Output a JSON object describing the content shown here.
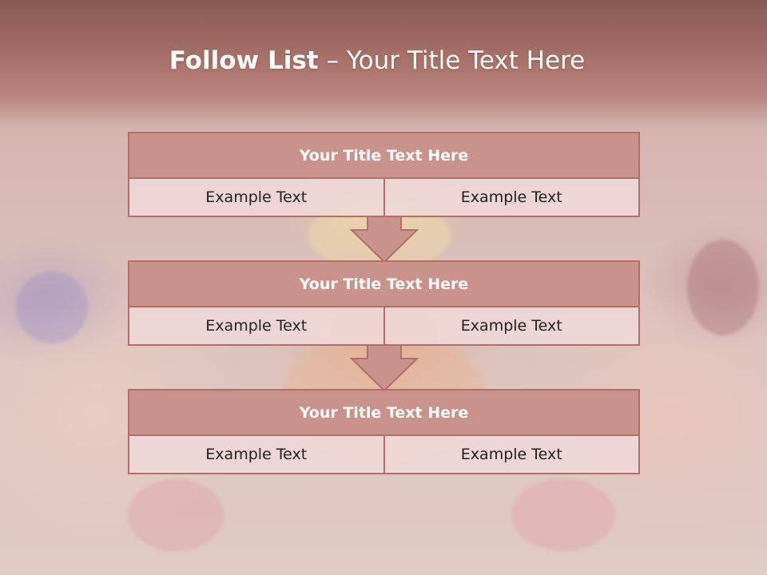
{
  "slide": {
    "title_bold": "Follow List",
    "title_rest": " – Your Title Text Here"
  },
  "boxes": [
    {
      "title": "Your Title Text Here",
      "left": "Example Text",
      "right": "Example Text"
    },
    {
      "title": "Your Title Text Here",
      "left": "Example Text",
      "right": "Example Text"
    },
    {
      "title": "Your Title Text Here",
      "left": "Example Text",
      "right": "Example Text"
    }
  ],
  "colors": {
    "header_band": "#a77068",
    "box_header": "#c9928a",
    "box_border": "#b36e67",
    "cell_fill": "#eed8d8",
    "arrow_fill": "#c9928a"
  },
  "icons": [
    "down-arrow-icon",
    "down-arrow-icon"
  ]
}
